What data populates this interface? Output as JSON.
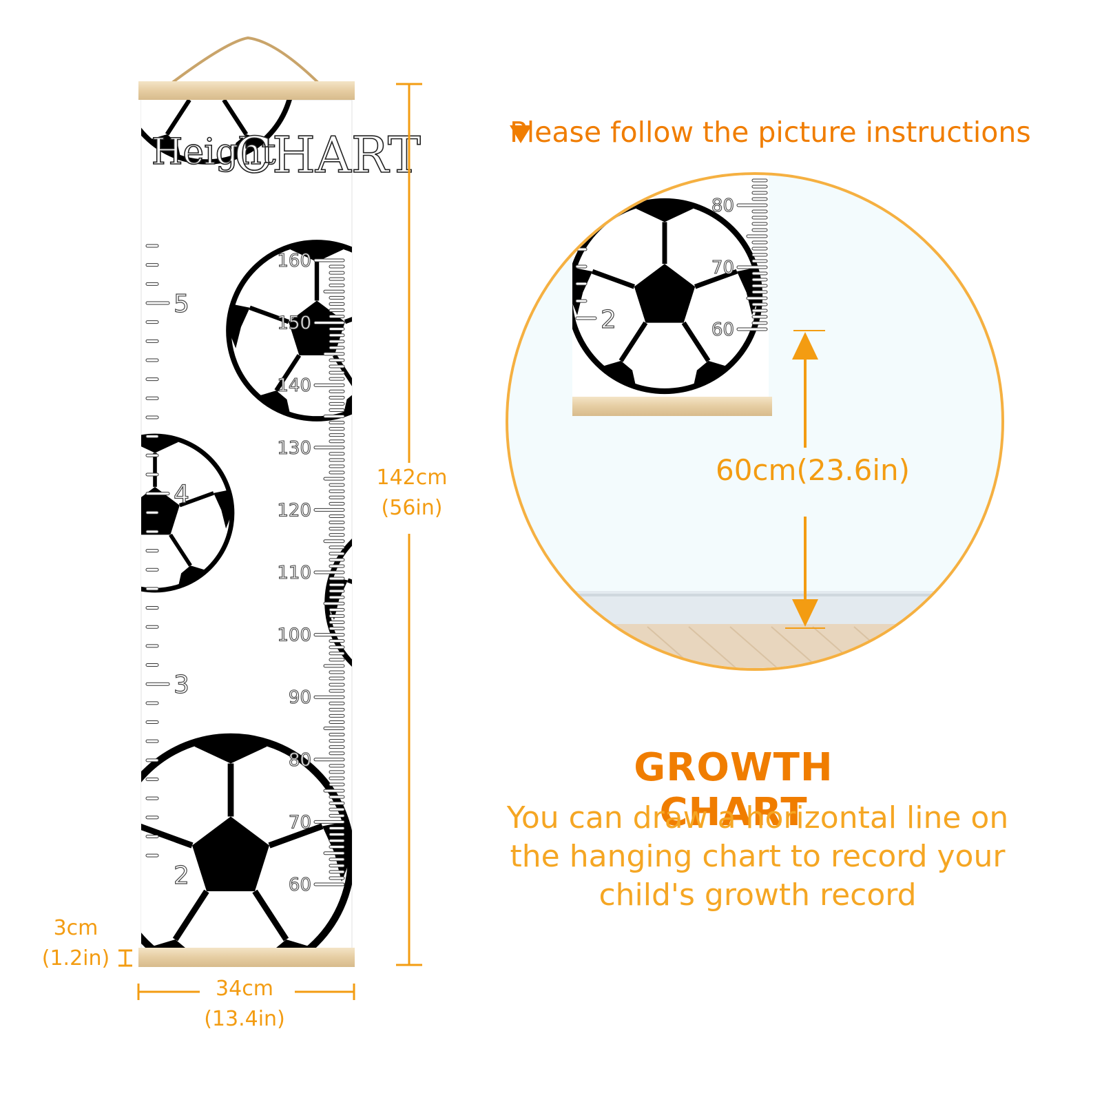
{
  "instruction": "Please follow the picture instructions",
  "chart_title": {
    "word1": "Height",
    "word2": "CHART"
  },
  "dimensions": {
    "height": {
      "cm": "142cm",
      "in": "(56in)"
    },
    "width": {
      "cm": "34cm",
      "in": "(13.4in)"
    },
    "bar": {
      "cm": "3cm",
      "in": "(1.2in)"
    }
  },
  "scale_cm": [
    "160",
    "150",
    "140",
    "130",
    "120",
    "110",
    "100",
    "90",
    "80",
    "70",
    "60"
  ],
  "scale_in": [
    "5",
    "4",
    "3",
    "2"
  ],
  "inset": {
    "scale_cm": [
      "80",
      "70",
      "60"
    ],
    "scale_in": [
      "2"
    ],
    "hang_height": "60cm(23.6in)"
  },
  "growth": {
    "title": "GROWTH CHART",
    "description": "You can draw a horizontal line on the hanging chart to record your child's growth record"
  },
  "colors": {
    "accent": "#f39c12",
    "accent_dark": "#f07d00",
    "wood": "#e9d3ad"
  }
}
